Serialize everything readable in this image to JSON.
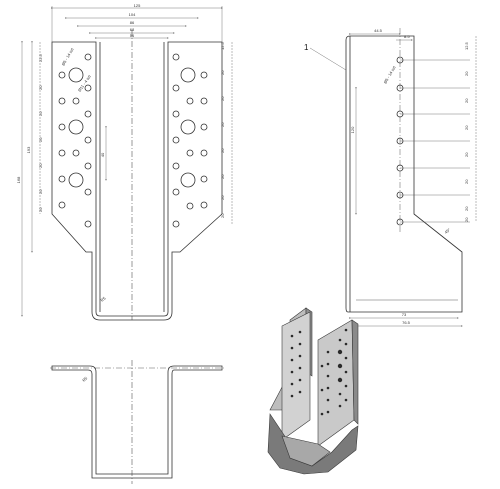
{
  "front_view": {
    "widths": [
      "125",
      "104",
      "86",
      "68",
      "56"
    ],
    "side_dims": [
      "22.5",
      "20",
      "20",
      "20",
      "20",
      "20",
      "20"
    ],
    "right_dims": [
      "12.5",
      "20",
      "20",
      "20",
      "20",
      "20",
      "20",
      "20"
    ],
    "heights": [
      "168",
      "193"
    ],
    "center_dim": "40",
    "hole_callout": "Ø5 - 14 szt",
    "big_hole_callout": "Ø11 - 4 szt",
    "radius": "R5"
  },
  "side_view": {
    "part_number": "1",
    "top_dims": [
      "44.5",
      "8.5"
    ],
    "hole_callout": "Ø5 - 14 szt",
    "height_dim": "120",
    "right_dims": [
      "12.5",
      "20",
      "20",
      "20",
      "20",
      "20",
      "20",
      "20"
    ],
    "bottom_dims": [
      "73",
      "76.5"
    ],
    "angle": "45°"
  },
  "top_view": {
    "radius": "R5"
  },
  "colors": {
    "line": "#333333",
    "dim": "#555555",
    "metal_light": "#c9c9c9",
    "metal_dark": "#6f6f6f",
    "metal_edge": "#3a3a3a"
  }
}
